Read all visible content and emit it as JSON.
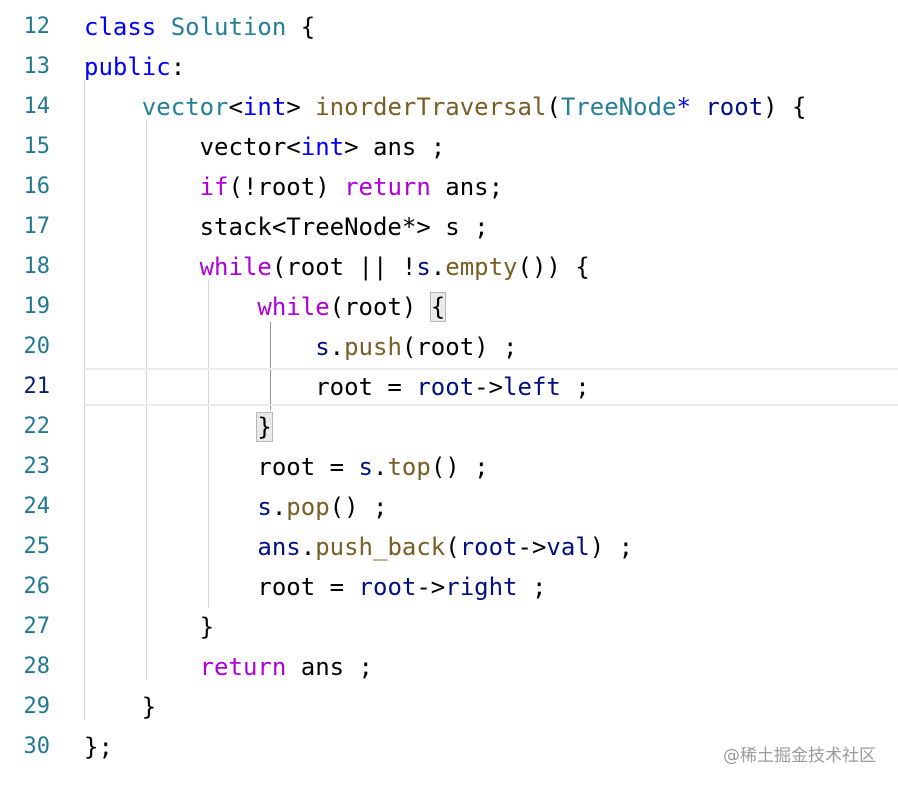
{
  "editor": {
    "lines": [
      {
        "n": "12",
        "t": [
          {
            "c": "kw",
            "s": "class"
          },
          {
            "c": "",
            "s": " "
          },
          {
            "c": "ty",
            "s": "Solution"
          },
          {
            "c": "",
            "s": " {"
          }
        ]
      },
      {
        "n": "13",
        "t": [
          {
            "c": "kw",
            "s": "public"
          },
          {
            "c": "",
            "s": ":"
          }
        ]
      },
      {
        "n": "14",
        "t": [
          {
            "c": "",
            "s": "    "
          },
          {
            "c": "ty",
            "s": "vector"
          },
          {
            "c": "",
            "s": "<"
          },
          {
            "c": "kw",
            "s": "int"
          },
          {
            "c": "",
            "s": "> "
          },
          {
            "c": "fn",
            "s": "inorderTraversal"
          },
          {
            "c": "",
            "s": "("
          },
          {
            "c": "ty",
            "s": "TreeNode"
          },
          {
            "c": "kw",
            "s": "*"
          },
          {
            "c": "",
            "s": " "
          },
          {
            "c": "vr",
            "s": "root"
          },
          {
            "c": "",
            "s": ") {"
          }
        ]
      },
      {
        "n": "15",
        "t": [
          {
            "c": "",
            "s": "        vector<"
          },
          {
            "c": "kw",
            "s": "int"
          },
          {
            "c": "",
            "s": "> ans ;"
          }
        ]
      },
      {
        "n": "16",
        "t": [
          {
            "c": "",
            "s": "        "
          },
          {
            "c": "ct",
            "s": "if"
          },
          {
            "c": "",
            "s": "(!root) "
          },
          {
            "c": "ct",
            "s": "return"
          },
          {
            "c": "",
            "s": " ans;"
          }
        ]
      },
      {
        "n": "17",
        "t": [
          {
            "c": "",
            "s": "        stack<TreeNode*> s ;"
          }
        ]
      },
      {
        "n": "18",
        "t": [
          {
            "c": "",
            "s": "        "
          },
          {
            "c": "ct",
            "s": "while"
          },
          {
            "c": "",
            "s": "(root || !"
          },
          {
            "c": "vr",
            "s": "s"
          },
          {
            "c": "",
            "s": "."
          },
          {
            "c": "fn",
            "s": "empty"
          },
          {
            "c": "",
            "s": "()) {"
          }
        ]
      },
      {
        "n": "19",
        "t": [
          {
            "c": "",
            "s": "            "
          },
          {
            "c": "ct",
            "s": "while"
          },
          {
            "c": "",
            "s": "(root) "
          },
          {
            "c": "bm",
            "s": "{"
          }
        ]
      },
      {
        "n": "20",
        "t": [
          {
            "c": "",
            "s": "                "
          },
          {
            "c": "vr",
            "s": "s"
          },
          {
            "c": "",
            "s": "."
          },
          {
            "c": "fn",
            "s": "push"
          },
          {
            "c": "",
            "s": "(root) ;"
          }
        ]
      },
      {
        "n": "21",
        "t": [
          {
            "c": "",
            "s": "                root = "
          },
          {
            "c": "vr",
            "s": "root"
          },
          {
            "c": "",
            "s": "->"
          },
          {
            "c": "vr",
            "s": "left"
          },
          {
            "c": "",
            "s": " ;"
          }
        ]
      },
      {
        "n": "22",
        "t": [
          {
            "c": "",
            "s": "            "
          },
          {
            "c": "bm",
            "s": "}"
          }
        ]
      },
      {
        "n": "23",
        "t": [
          {
            "c": "",
            "s": "            root = "
          },
          {
            "c": "vr",
            "s": "s"
          },
          {
            "c": "",
            "s": "."
          },
          {
            "c": "fn",
            "s": "top"
          },
          {
            "c": "",
            "s": "() ;"
          }
        ]
      },
      {
        "n": "24",
        "t": [
          {
            "c": "",
            "s": "            "
          },
          {
            "c": "vr",
            "s": "s"
          },
          {
            "c": "",
            "s": "."
          },
          {
            "c": "fn",
            "s": "pop"
          },
          {
            "c": "",
            "s": "() ;"
          }
        ]
      },
      {
        "n": "25",
        "t": [
          {
            "c": "",
            "s": "            "
          },
          {
            "c": "vr",
            "s": "ans"
          },
          {
            "c": "",
            "s": "."
          },
          {
            "c": "fn",
            "s": "push_back"
          },
          {
            "c": "",
            "s": "("
          },
          {
            "c": "vr",
            "s": "root"
          },
          {
            "c": "",
            "s": "->"
          },
          {
            "c": "vr",
            "s": "val"
          },
          {
            "c": "",
            "s": ") ;"
          }
        ]
      },
      {
        "n": "26",
        "t": [
          {
            "c": "",
            "s": "            root = "
          },
          {
            "c": "vr",
            "s": "root"
          },
          {
            "c": "",
            "s": "->"
          },
          {
            "c": "vr",
            "s": "right"
          },
          {
            "c": "",
            "s": " ;"
          }
        ]
      },
      {
        "n": "27",
        "t": [
          {
            "c": "",
            "s": "        }"
          }
        ]
      },
      {
        "n": "28",
        "t": [
          {
            "c": "",
            "s": "        "
          },
          {
            "c": "ct",
            "s": "return"
          },
          {
            "c": "",
            "s": " ans ;"
          }
        ]
      },
      {
        "n": "29",
        "t": [
          {
            "c": "",
            "s": "    }"
          }
        ]
      },
      {
        "n": "30",
        "t": [
          {
            "c": "",
            "s": "};"
          }
        ]
      }
    ],
    "current_line": "21"
  },
  "watermark": "@稀土掘金技术社区",
  "colors": {
    "keyword": "#0000ff",
    "type": "#267f99",
    "function": "#795e26",
    "control": "#af00db",
    "variable": "#001080",
    "line_number": "#237893"
  }
}
